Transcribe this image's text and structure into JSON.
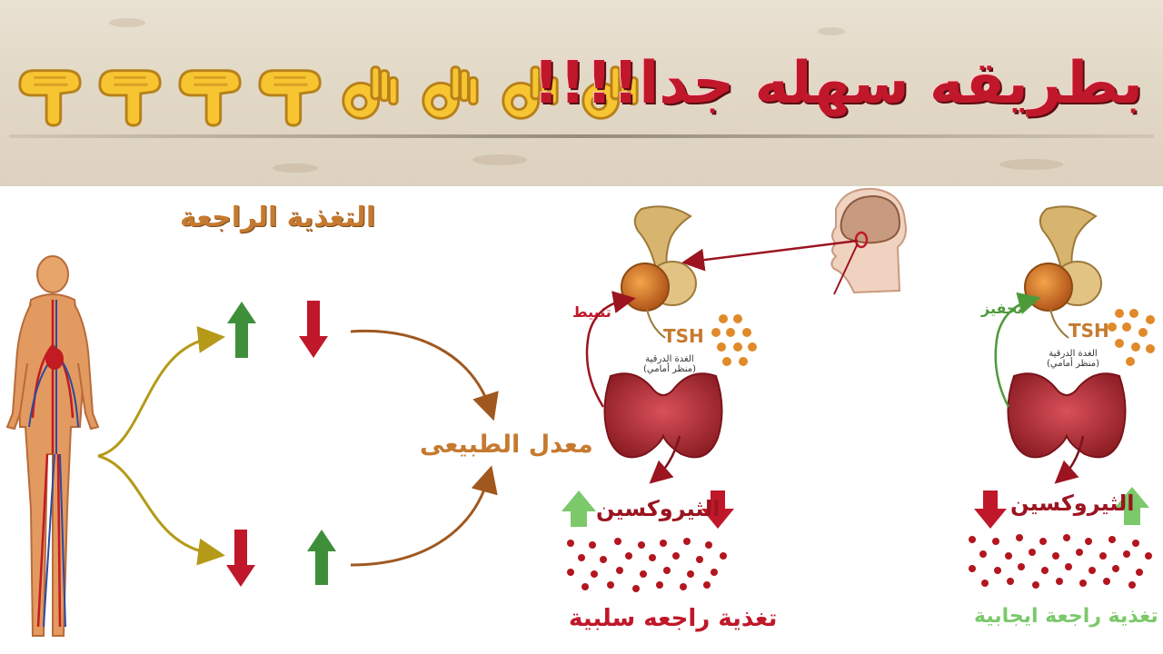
{
  "banner": {
    "title": "بطريقه سهله جدا!!!!",
    "emojis": [
      "pointing-down-hand-icon",
      "pointing-down-hand-icon",
      "pointing-down-hand-icon",
      "pointing-down-hand-icon",
      "ok-hand-icon",
      "ok-hand-icon",
      "ok-hand-icon",
      "ok-hand-icon"
    ]
  },
  "left": {
    "heading": "التغذية الراجعة",
    "center_label": "معدل الطبيعى"
  },
  "negative": {
    "inhibit_label": "تثبيط",
    "tsh_label": "TSH",
    "gland_caption_1": "الغدة الدرقية",
    "gland_caption_2": "(منظر أمامي)",
    "hormone_label": "الثيروكسين",
    "title": "تغذية راجعه سلبية"
  },
  "positive": {
    "stimulate_label": "تحفيز",
    "tsh_label": "TSH",
    "gland_caption_1": "الغدة الدرقية",
    "gland_caption_2": "(منظر أمامي)",
    "hormone_label": "الثيروكسين",
    "title": "تغذية راجعة ايجابية"
  },
  "colors": {
    "red": "#c0182a",
    "green": "#3f8f3a",
    "orange": "#c67a30",
    "light_green": "#7bc96a",
    "dot_red": "#b3161f",
    "dot_orange": "#e08a2a"
  }
}
